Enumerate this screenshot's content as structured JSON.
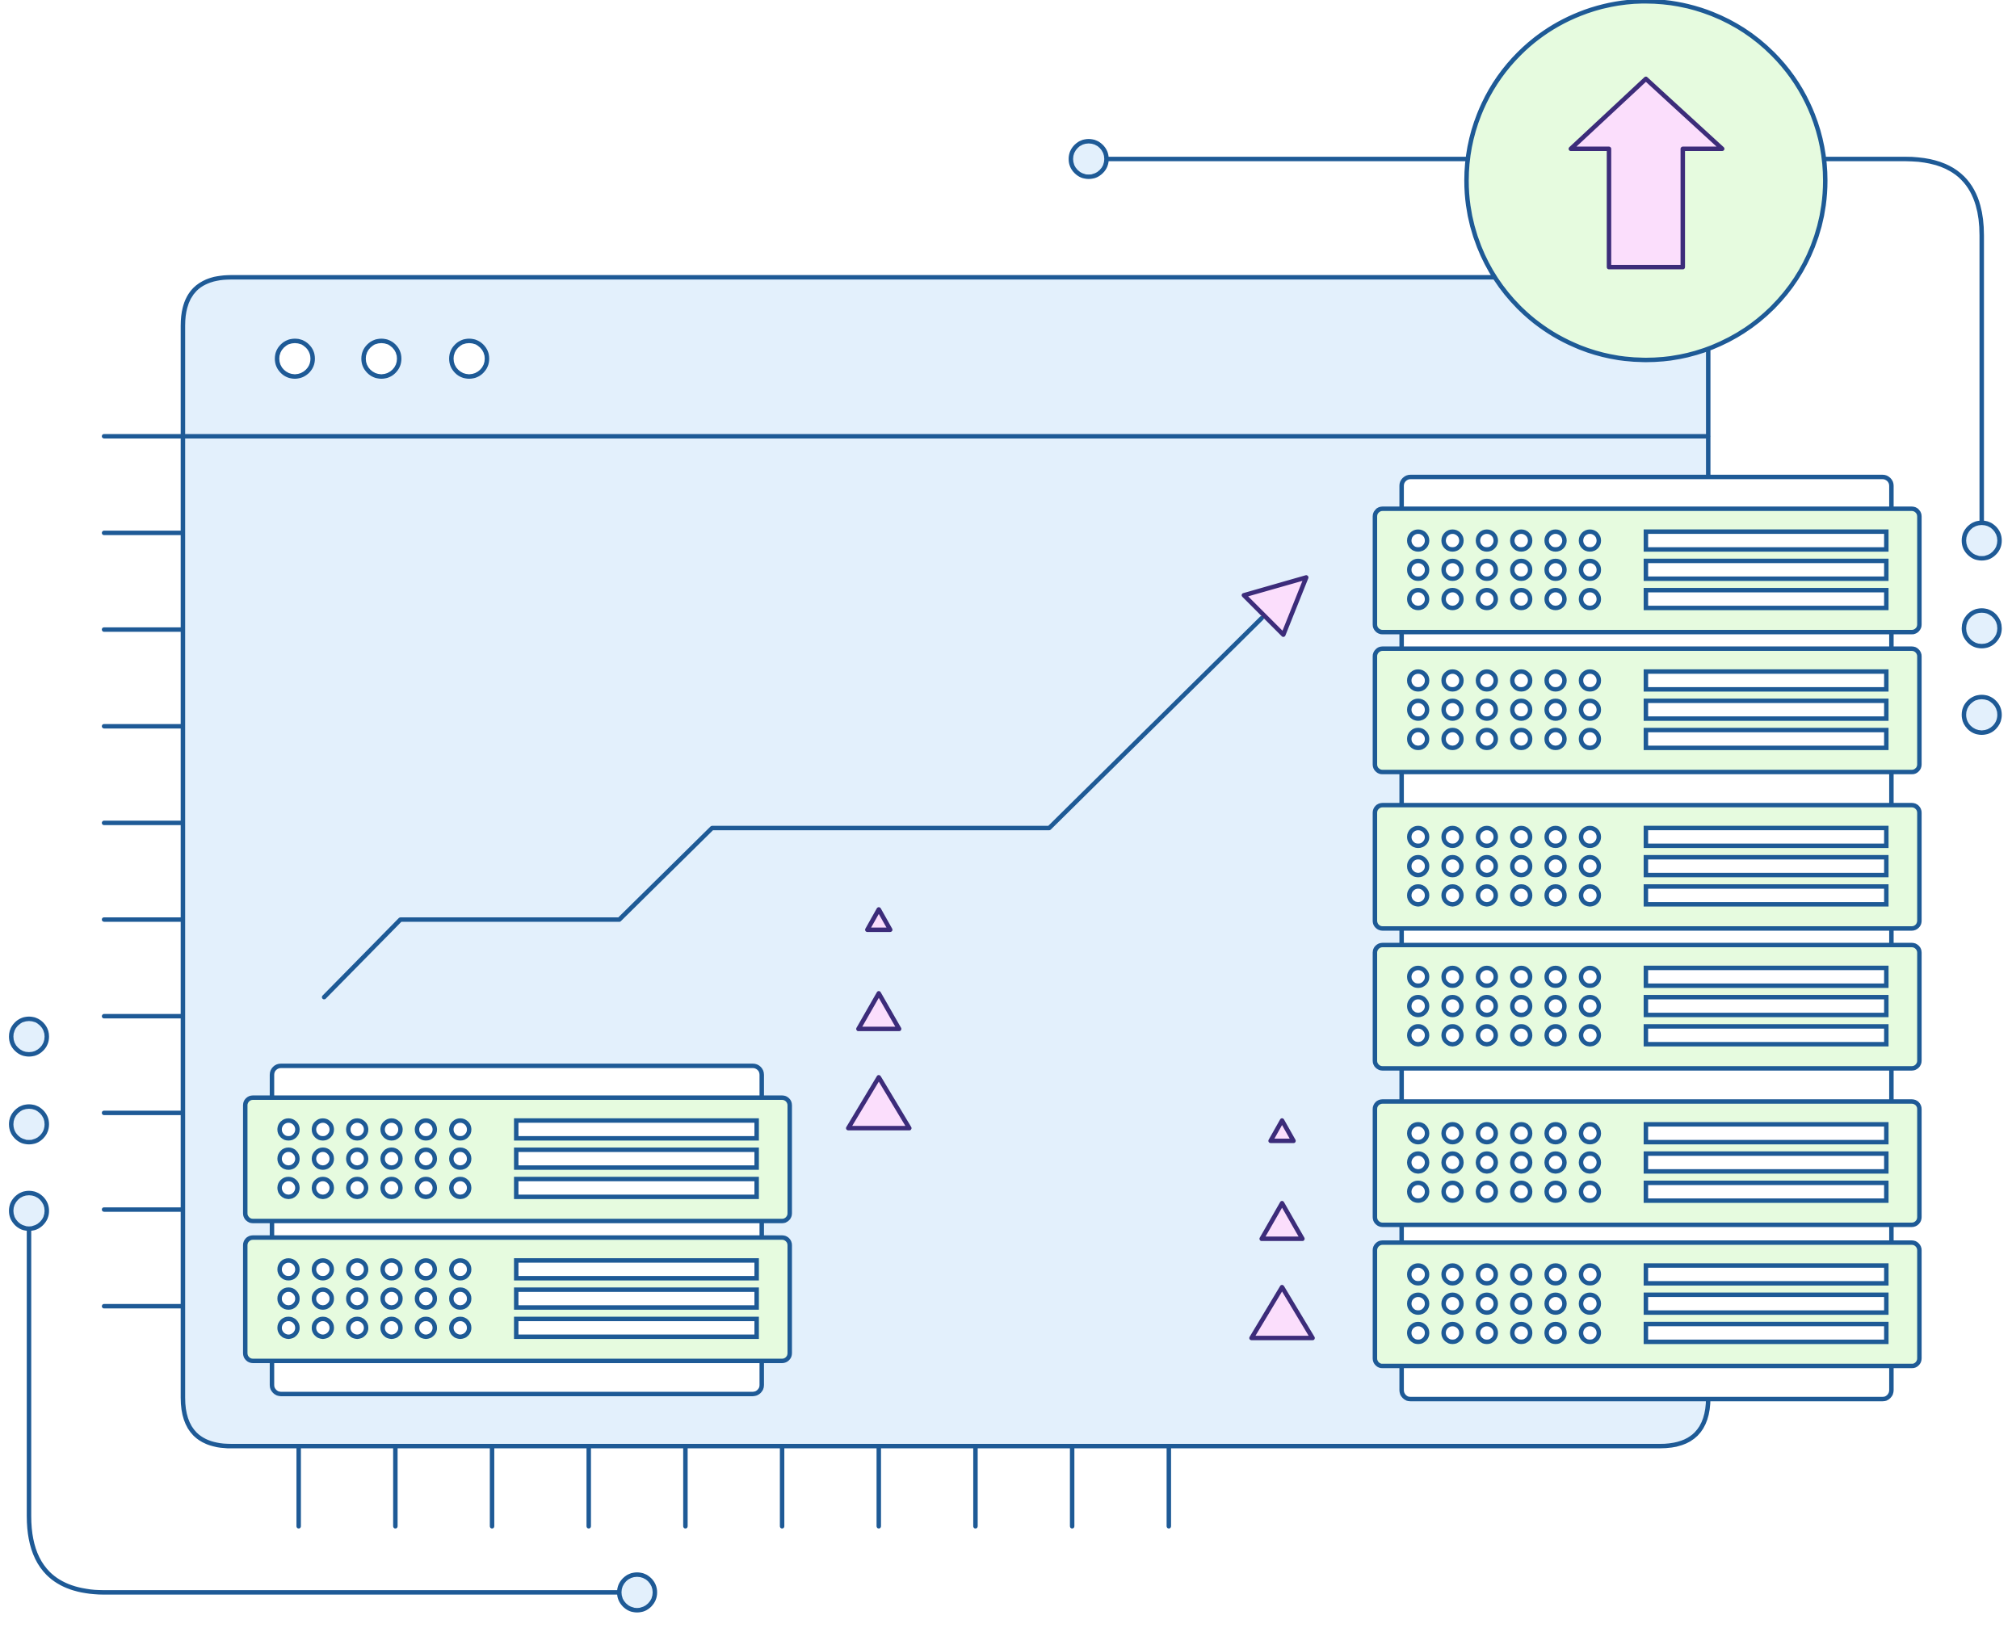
{
  "colors": {
    "outline": "#1e5a96",
    "window_fill": "#e3f0fc",
    "server_fill": "#e6fbdf",
    "badge_fill": "#e6fbdf",
    "arrow_fill": "#fbdefc",
    "arrow_outline": "#3c2c7a"
  },
  "icons": {
    "upload": "upload-arrow-icon",
    "trend": "trend-arrow-icon",
    "server": "server-rack-icon"
  },
  "server_racks": [
    {
      "name": "server-rack-left",
      "units": 2
    },
    {
      "name": "server-rack-right",
      "units": 6
    }
  ]
}
